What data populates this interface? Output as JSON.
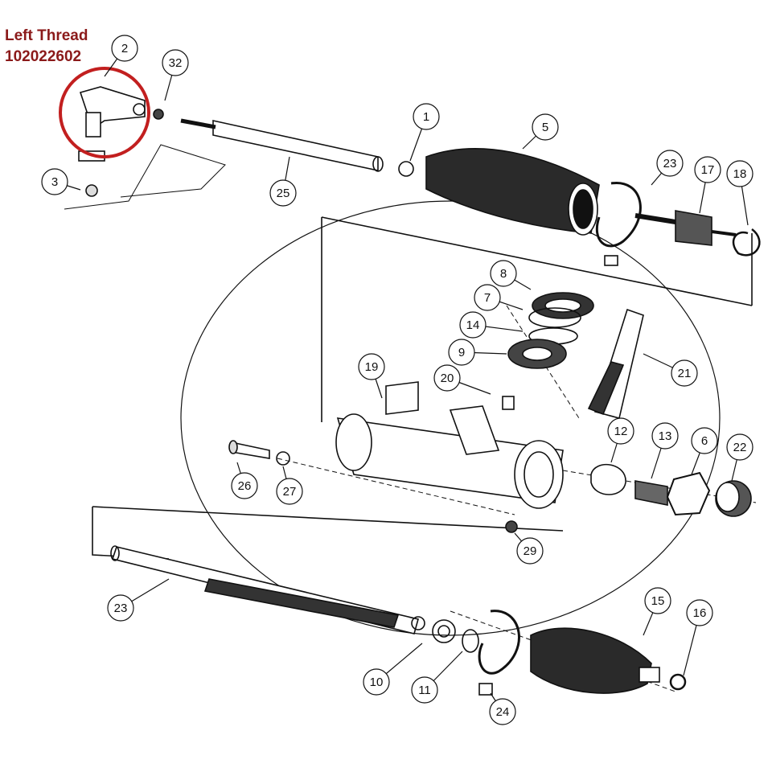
{
  "callout": {
    "line1": "Left Thread",
    "line2": "102022602",
    "highlight_part": "2",
    "color": "#8b1a1a"
  },
  "diagram": {
    "line_color": "#111111",
    "fill_color": "#2a2a2a",
    "part_labels": [
      "2",
      "32",
      "1",
      "5",
      "23",
      "17",
      "18",
      "3",
      "25",
      "8",
      "7",
      "14",
      "9",
      "21",
      "19",
      "20",
      "12",
      "13",
      "6",
      "22",
      "26",
      "27",
      "29",
      "23",
      "15",
      "16",
      "10",
      "11",
      "24"
    ]
  }
}
